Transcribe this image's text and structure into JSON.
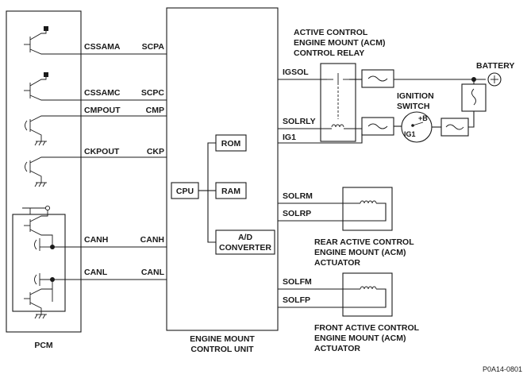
{
  "blocks": {
    "pcm": "PCM",
    "ecu_line1": "ENGINE MOUNT",
    "ecu_line2": "CONTROL UNIT",
    "cpu": "CPU",
    "rom": "ROM",
    "ram": "RAM",
    "adc_line1": "A/D",
    "adc_line2": "CONVERTER"
  },
  "pcm_pins": [
    "CSSAMA",
    "CSSAMC",
    "CMPOUT",
    "CKPOUT",
    "CANH",
    "CANL"
  ],
  "ecu_pins_left": [
    "SCPA",
    "SCPC",
    "CMP",
    "CKP",
    "CANH",
    "CANL"
  ],
  "ecu_pins_right": {
    "igsol": "IGSOL",
    "solrly": "SOLRLY",
    "ig1": "IG1",
    "solrm": "SOLRM",
    "solrp": "SOLRP",
    "solfm": "SOLFM",
    "solfp": "SOLFP"
  },
  "relay": [
    "ACTIVE CONTROL",
    "ENGINE MOUNT (ACM)",
    "CONTROL RELAY"
  ],
  "battery": "BATTERY",
  "ignition_switch": [
    "IGNITION",
    "SWITCH"
  ],
  "ignition_terms": {
    "b": "+B",
    "ig1": "IG1"
  },
  "rear_actuator": [
    "REAR ACTIVE CONTROL",
    "ENGINE MOUNT (ACM)",
    "ACTUATOR"
  ],
  "front_actuator": [
    "FRONT ACTIVE CONTROL",
    "ENGINE MOUNT (ACM)",
    "ACTUATOR"
  ],
  "ref_code": "P0A14-0801"
}
